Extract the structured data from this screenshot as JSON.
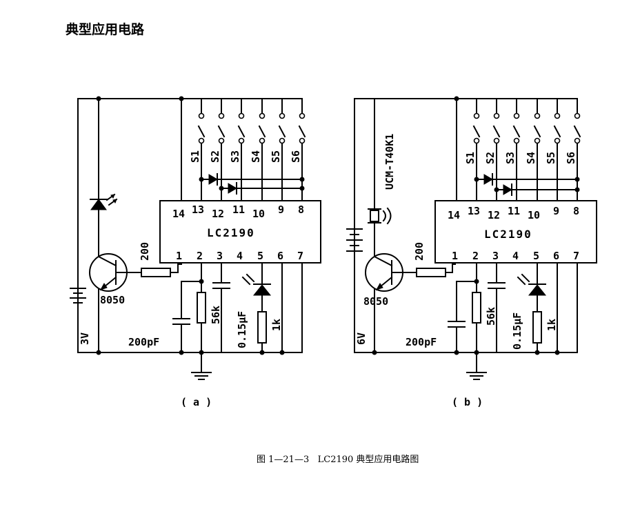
{
  "heading": "典型应用电路",
  "caption": "图 1—21—3   LC2190 典型应用电路图",
  "circuit_a": {
    "sublabel": "( a )",
    "ic": "LC2190",
    "top_pins": [
      "14",
      "13",
      "12",
      "11",
      "10",
      "9",
      "8"
    ],
    "bottom_pins": [
      "1",
      "2",
      "3",
      "4",
      "5",
      "6",
      "7"
    ],
    "switches": [
      "S1",
      "S2",
      "S3",
      "S4",
      "S5",
      "S6"
    ],
    "transistor": "8050",
    "r_base": "200",
    "r_56k": "56k",
    "cap_015": "0.15μF",
    "r_1k": "1k",
    "cap_200pf": "200pF",
    "battery": "3V"
  },
  "circuit_b": {
    "sublabel": "( b )",
    "ic": "LC2190",
    "top_pins": [
      "14",
      "13",
      "12",
      "11",
      "10",
      "9",
      "8"
    ],
    "bottom_pins": [
      "1",
      "2",
      "3",
      "4",
      "5",
      "6",
      "7"
    ],
    "switches": [
      "S1",
      "S2",
      "S3",
      "S4",
      "S5",
      "S6"
    ],
    "transistor": "8050",
    "r_base": "200",
    "r_56k": "56k",
    "cap_015": "0.15μF",
    "r_1k": "1k",
    "cap_200pf": "200pF",
    "battery": "6V",
    "transducer": "UCM-T40K1"
  }
}
